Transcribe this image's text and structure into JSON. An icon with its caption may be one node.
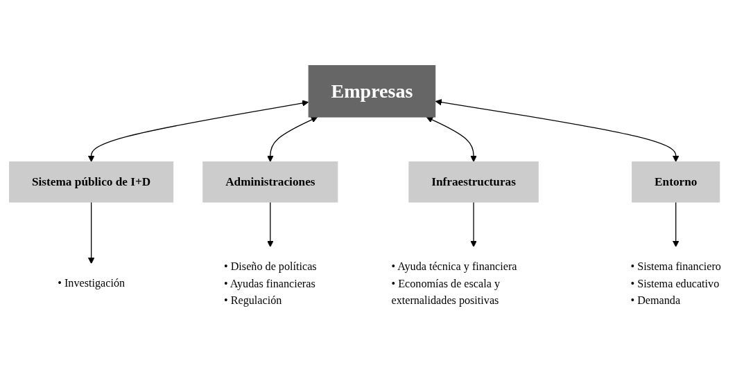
{
  "diagram": {
    "nodes": [
      {
        "text": [
          "Empresas"
        ]
      },
      {
        "text": [
          "Sistema público de I+D"
        ]
      },
      {
        "text": [
          "Administraciones"
        ]
      },
      {
        "text": [
          "Infraestructuras"
        ]
      },
      {
        "text": [
          "Entorno"
        ]
      },
      {
        "text": [
          "• Investigación"
        ]
      },
      {
        "text": [
          "• Diseño de políticas",
          "• Ayudas financieras",
          "• Regulación"
        ]
      },
      {
        "text": [
          "• Ayuda técnica y financiera",
          "• Economías de escala y externalidades positivas"
        ]
      },
      {
        "text": [
          "• Sistema financiero",
          "• Sistema educativo",
          "• Demanda"
        ]
      }
    ],
    "edges": [
      {
        "from": 0,
        "to": 1,
        "arrow": "both"
      },
      {
        "from": 0,
        "to": 2,
        "arrow": "both"
      },
      {
        "from": 0,
        "to": 3,
        "arrow": "both"
      },
      {
        "from": 0,
        "to": 4,
        "arrow": "both"
      },
      {
        "from": 1,
        "to": 5,
        "arrow": "to"
      },
      {
        "from": 2,
        "to": 6,
        "arrow": "to"
      },
      {
        "from": 3,
        "to": 7,
        "arrow": "to"
      },
      {
        "from": 4,
        "to": 8,
        "arrow": "to"
      }
    ]
  }
}
